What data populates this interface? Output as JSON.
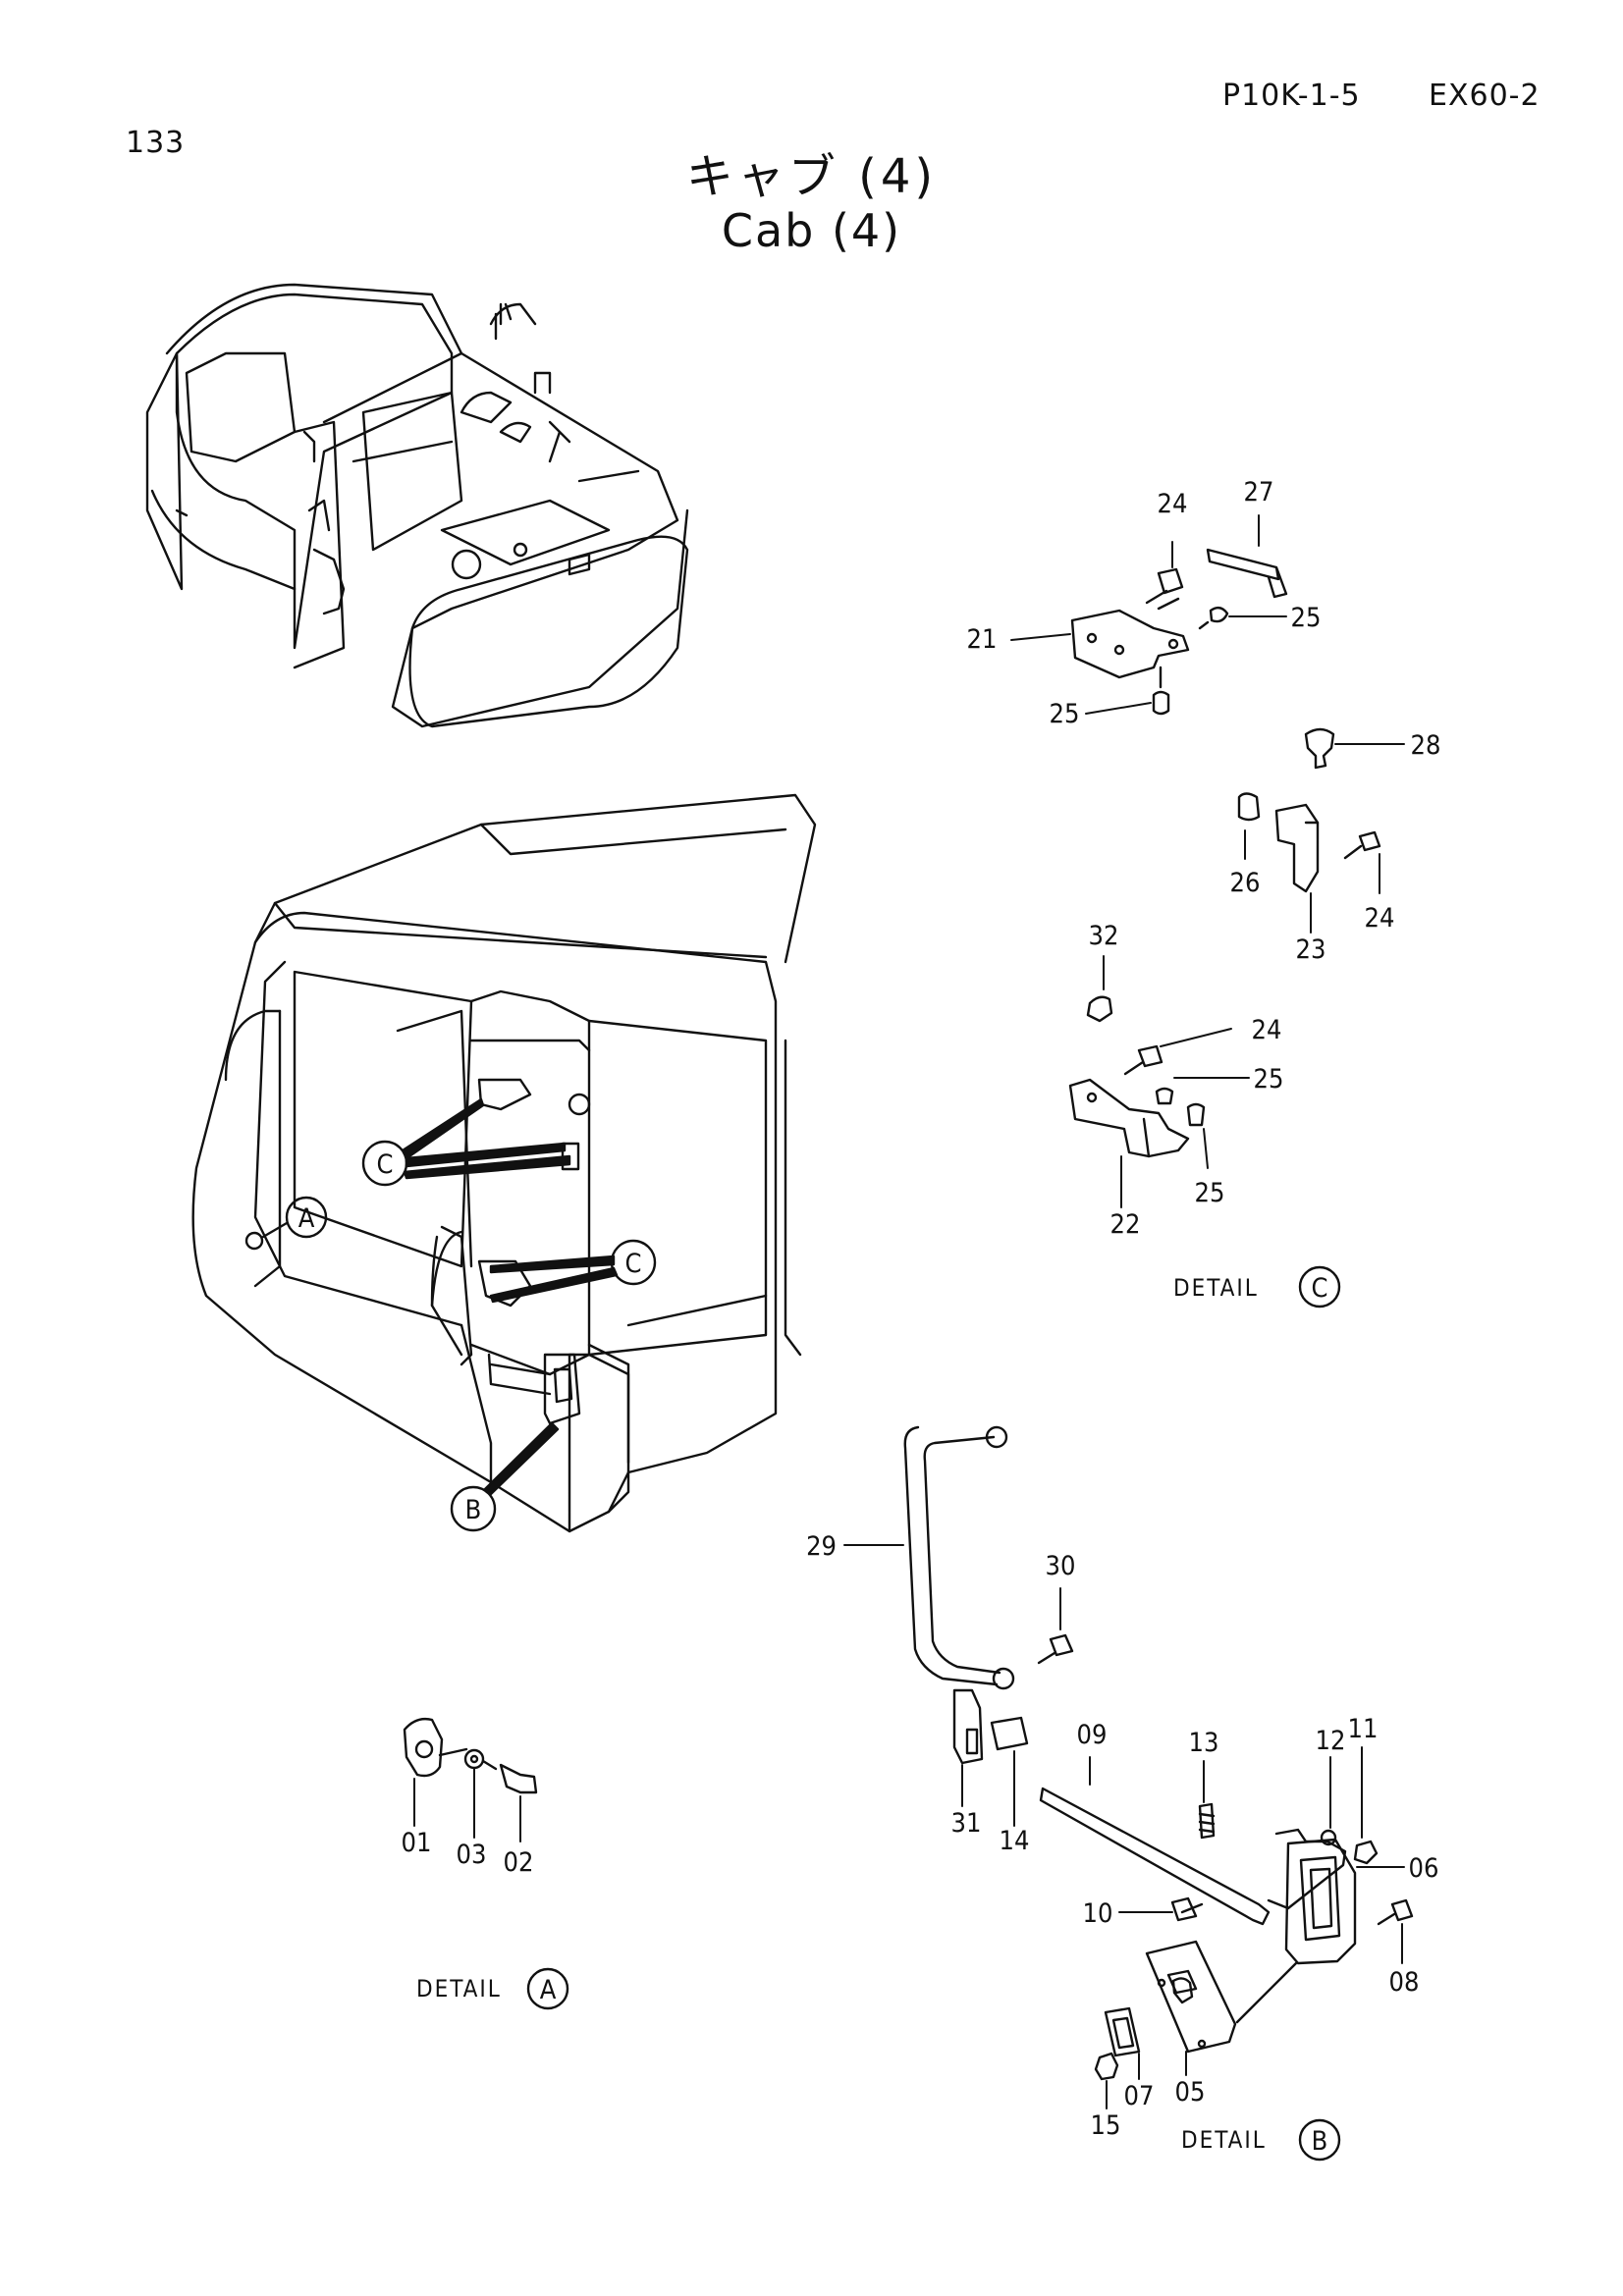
{
  "header": {
    "page_number": "133",
    "code": "P10K-1-5",
    "model": "EX60-2"
  },
  "title": {
    "japanese": "キャブ (4)",
    "english": "Cab (4)"
  },
  "callouts": [
    "A",
    "B",
    "C",
    "C"
  ],
  "details": {
    "A": {
      "label": "DETAIL",
      "letter": "A"
    },
    "B": {
      "label": "DETAIL",
      "letter": "B"
    },
    "C": {
      "label": "DETAIL",
      "letter": "C"
    }
  },
  "parts": {
    "p01": "01",
    "p02": "02",
    "p03": "03",
    "p05": "05",
    "p06": "06",
    "p07": "07",
    "p08": "08",
    "p09": "09",
    "p10": "10",
    "p11": "11",
    "p12": "12",
    "p13": "13",
    "p14": "14",
    "p15": "15",
    "p21": "21",
    "p22": "22",
    "p23": "23",
    "p24a": "24",
    "p24b": "24",
    "p24c": "24",
    "p25a": "25",
    "p25b": "25",
    "p25c": "25",
    "p25d": "25",
    "p26": "26",
    "p27": "27",
    "p28": "28",
    "p29": "29",
    "p30": "30",
    "p31": "31",
    "p32": "32"
  },
  "colors": {
    "ink": "#111111",
    "paper": "#ffffff"
  }
}
